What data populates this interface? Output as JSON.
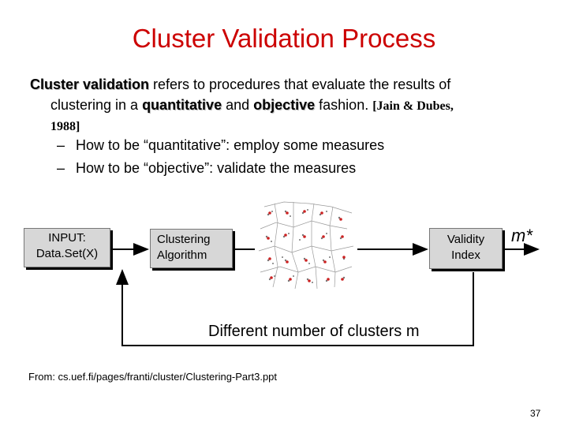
{
  "slide": {
    "title": "Cluster Validation Process",
    "paragraph": {
      "term": "Cluster validation",
      "text1": " refers to procedures that evaluate the results of",
      "text2": "clustering in a ",
      "emph1": "quantitative",
      "text3": " and ",
      "emph2": "objective",
      "text4": " fashion. ",
      "ref1": "[Jain & Dubes,",
      "ref2": "1988]"
    },
    "bullets": [
      {
        "dash": "–",
        "text": "How to be “quantitative”: employ some measures"
      },
      {
        "dash": "–",
        "text": "How to be “objective”: validate the measures"
      }
    ]
  },
  "diagram": {
    "input_line1": "INPUT:",
    "input_line2": "Data.Set(X)",
    "algorithm_line1": "Clustering",
    "algorithm_line2": "Algorithm",
    "validity_line1": "Validity",
    "validity_line2": "Index",
    "output": "m*",
    "loop_label": "Different number of clusters m"
  },
  "footer": {
    "source": "From: cs.uef.fi/pages/franti/cluster/Clustering-Part3.ppt",
    "page_number": "37"
  },
  "colors": {
    "title": "#cc0000",
    "box_fill": "#d7d7d7",
    "point_red": "#cc2222"
  }
}
